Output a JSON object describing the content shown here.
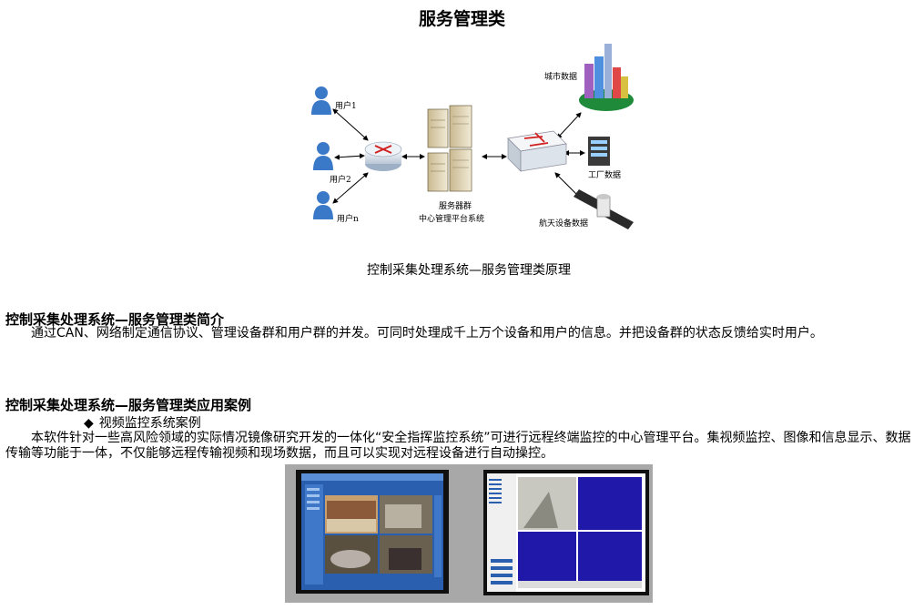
{
  "page_title": "服务管理类",
  "diagram": {
    "user1": "用户1",
    "user2": "用户2",
    "usern": "用户n",
    "server_line1": "服务器群",
    "server_line2": "中心管理平台系统",
    "city": "城市数据",
    "factory": "工厂数据",
    "space": "航天设备数据"
  },
  "figure_caption": "控制采集处理系统—服务管理类原理",
  "intro": {
    "heading": "控制采集处理系统—服务管理类简介",
    "body": "通过CAN、网络制定通信协议、管理设备群和用户群的并发。可同时处理成千上万个设备和用户的信息。并把设备群的状态反馈给实时用户。"
  },
  "cases": {
    "heading": "控制采集处理系统—服务管理类应用案例",
    "bullet_mark": "◆",
    "bullet": "视频监控系统案例",
    "body": "本软件针对一些高风险领域的实际情况镜像研究开发的一体化“安全指挥监控系统”可进行远程终端监控的中心管理平台。集视频监控、图像和信息显示、数据传输等功能于一体，不仅能够远程传输视频和现场数据，而且可以实现对远程设备进行自动操控。"
  },
  "colors": {
    "screen_blue": "#2a5fb0",
    "panel_blue": "#2018a8",
    "frame_grey": "#a8a8a8"
  }
}
